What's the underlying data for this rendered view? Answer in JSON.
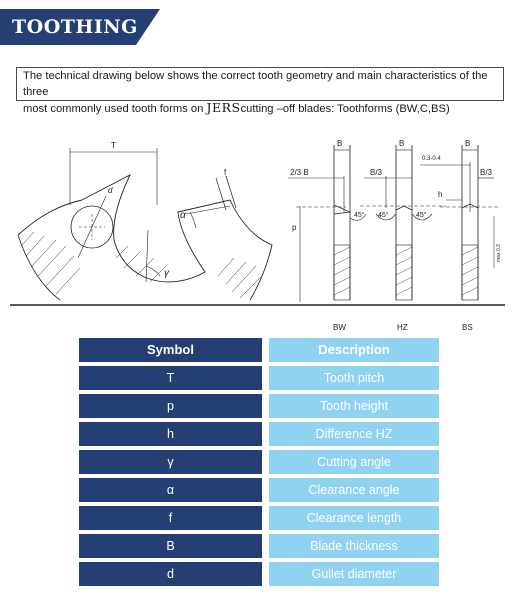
{
  "banner": {
    "title": "TOOTHING"
  },
  "intro": {
    "line1": "The technical drawing below shows the correct tooth geometry and main characteristics of the three",
    "line2_pre": "most commonly used tooth forms on ",
    "brand": "JERS",
    "line2_post": "cutting –off blades: Toothforms (BW,C,BS)"
  },
  "drawing": {
    "label_T": "T",
    "label_d": "d",
    "label_f": "f",
    "label_alpha": "α",
    "label_gamma": "γ",
    "label_p": "p",
    "label_h": "h",
    "label_B": "B",
    "label_23B": "2/3 B",
    "label_83a": "B/3",
    "label_83b": "B/3",
    "label_0304": "0.3-0.4",
    "label_45a": "45°",
    "label_45b": "45°",
    "label_45c": "45°",
    "label_max": "max 0.3",
    "forms": [
      "BW",
      "HZ",
      "BS"
    ]
  },
  "table": {
    "headers": {
      "symbol": "Symbol",
      "description": "Description"
    },
    "rows": [
      {
        "symbol": "T",
        "description": "Tooth pitch"
      },
      {
        "symbol": "p",
        "description": "Tooth height"
      },
      {
        "symbol": "h",
        "description": "Difference HZ"
      },
      {
        "symbol": "γ",
        "description": "Cutting angle"
      },
      {
        "symbol": "α",
        "description": "Clearance angle"
      },
      {
        "symbol": "f",
        "description": "Clearance length"
      },
      {
        "symbol": "B",
        "description": "Blade thickness"
      },
      {
        "symbol": "d",
        "description": "Gullet diameter"
      }
    ]
  },
  "colors": {
    "navy": "#253f75",
    "light_blue": "#8fd3f1"
  }
}
